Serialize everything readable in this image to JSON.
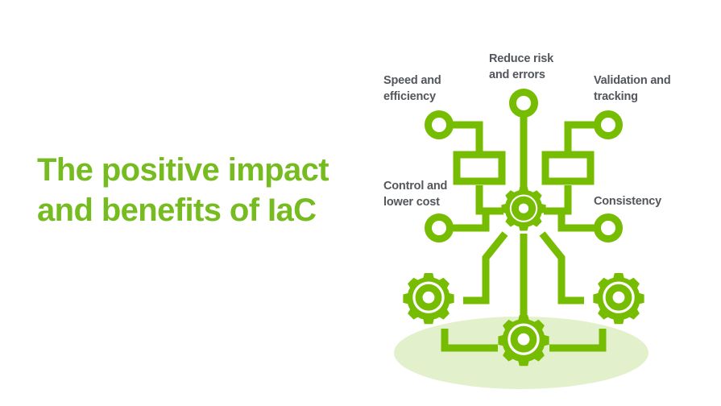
{
  "slide": {
    "background_color": "#ffffff",
    "title": {
      "line1": "The positive impact",
      "line2": "and benefits of IaC",
      "color": "#76bc21"
    },
    "diagram": {
      "type": "node-network",
      "accent_color": "#76bc00",
      "shadow_color": "#e3f0cc",
      "label_color": "#53565a",
      "labels": [
        {
          "id": "speed",
          "line1": "Speed and",
          "line2": "efficiency"
        },
        {
          "id": "reduce",
          "line1": "Reduce risk",
          "line2": "and errors"
        },
        {
          "id": "validation",
          "line1": "Validation and",
          "line2": "tracking"
        },
        {
          "id": "control",
          "line1": "Control and",
          "line2": "lower cost"
        },
        {
          "id": "consistency",
          "line1": "Consistency",
          "line2": ""
        }
      ],
      "icons": {
        "hub": "gear-icon",
        "bottom_left": "gear-icon",
        "bottom_center": "gear-icon",
        "bottom_right": "gear-icon",
        "top_center": "circle-node-icon",
        "top_left": "circle-node-icon",
        "top_right": "circle-node-icon",
        "mid_left": "circle-node-icon",
        "mid_right": "circle-node-icon",
        "left_block": "rectangle-node-icon",
        "right_block": "rectangle-node-icon"
      }
    }
  }
}
